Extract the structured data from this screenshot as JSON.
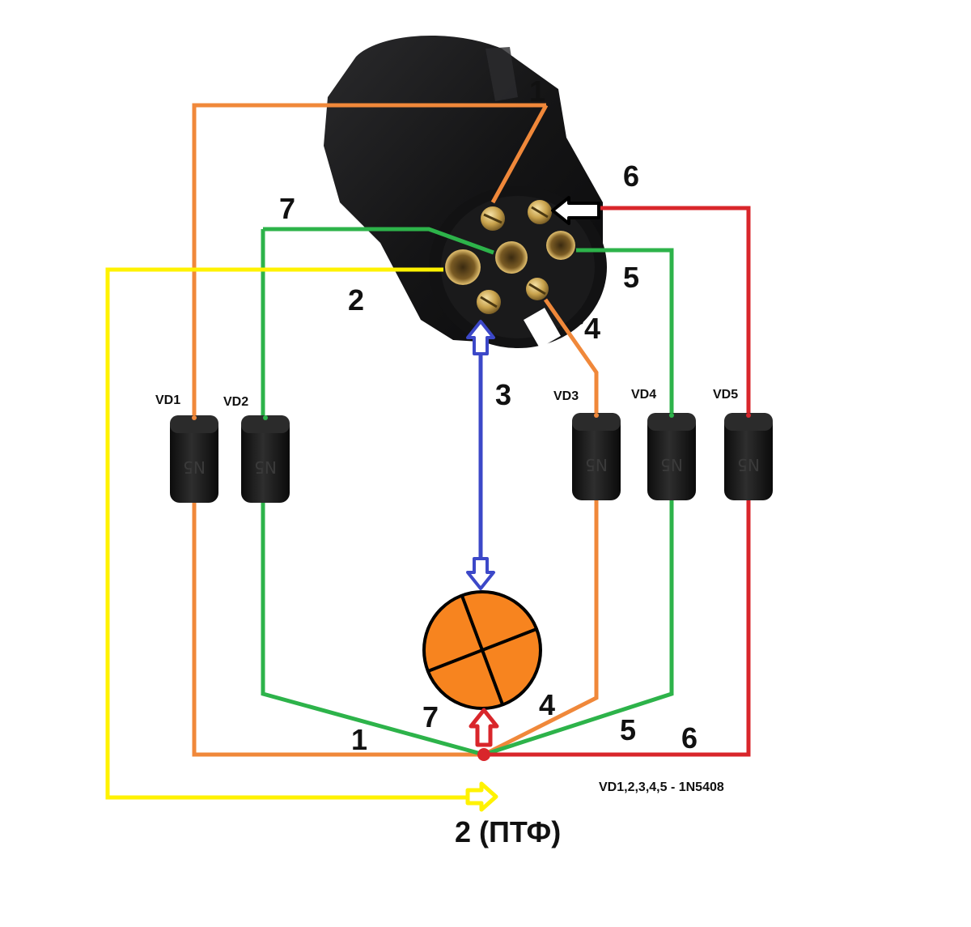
{
  "colors": {
    "orange": "#F0883A",
    "green": "#2DB34A",
    "yellow": "#FFF200",
    "red": "#D9262B",
    "blue": "#3C48C8",
    "lamp": "#F7841F",
    "connector": "#1b1b1c"
  },
  "pins": {
    "p1": "1",
    "p2": "2",
    "p3": "3",
    "p4": "4",
    "p5": "5",
    "p6": "6",
    "p7": "7"
  },
  "bottom_wires": {
    "w1": "1",
    "w4": "4",
    "w5": "5",
    "w6": "6",
    "w7": "7"
  },
  "diodes": {
    "vd1": "VD1",
    "vd2": "VD2",
    "vd3": "VD3",
    "vd4": "VD4",
    "vd5": "VD5",
    "body_text": "N5"
  },
  "output_label": "2 (ПТФ)",
  "diode_note": "VD1,2,3,4,5 - 1N5408",
  "icons": {
    "connector": "trailer-plug-7pin-icon",
    "lamp": "lamp-icon",
    "junction": "junction-dot-icon"
  }
}
